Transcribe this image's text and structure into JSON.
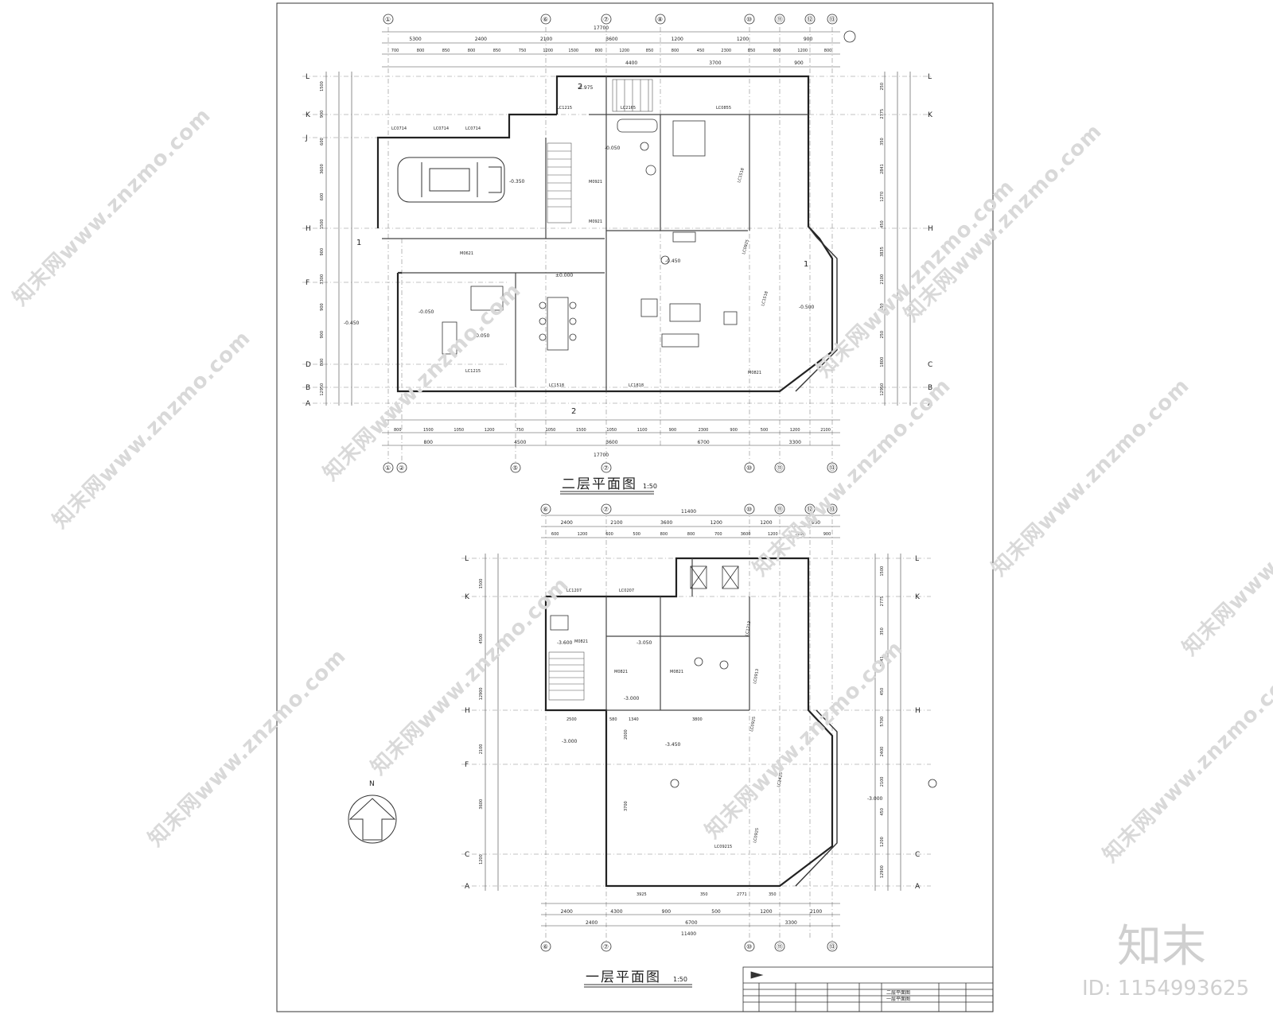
{
  "floor2": {
    "title": "二层平面图",
    "scale": "1:50",
    "grid_top": [
      "①",
      "⑥",
      "⑦",
      "⑧",
      "⑩",
      "⑪",
      "⑫",
      "⑬"
    ],
    "grid_bottom": [
      "①",
      "②",
      "⑤",
      "⑦",
      "⑩",
      "⑪",
      "⑬"
    ],
    "grid_left": [
      "L",
      "K",
      "J",
      "H",
      "F",
      "D",
      "B",
      "A"
    ],
    "grid_right": [
      "L",
      "K",
      "H",
      "C",
      "B",
      "A"
    ],
    "dims_top_total": "17700",
    "dims_top_row1": [
      "5300",
      "2400",
      "2100",
      "3600",
      "1200",
      "1200",
      "900"
    ],
    "dims_top_row2": [
      "700",
      "800",
      "850",
      "800",
      "850",
      "750",
      "1200",
      "1500",
      "800",
      "1200",
      "850",
      "800",
      "450",
      "2300",
      "850",
      "800",
      "1200",
      "800"
    ],
    "dims_top_row3": [
      "4400",
      "3700",
      "900"
    ],
    "dims_bottom_row1": [
      "800",
      "1500",
      "1050",
      "1200",
      "750",
      "1050",
      "1500",
      "1050",
      "1100",
      "900",
      "2300",
      "900",
      "500",
      "1200",
      "2100"
    ],
    "dims_bottom_row2": [
      "800",
      "4500",
      "3600",
      "6700",
      "3300"
    ],
    "dims_bottom_total": "17700",
    "dims_left": [
      "1500",
      "900",
      "600",
      "3600",
      "600",
      "1500",
      "900",
      "3300",
      "900",
      "900",
      "800",
      "12950"
    ],
    "dims_right": [
      "250",
      "2775",
      "350",
      "2841",
      "1270",
      "450",
      "3835",
      "2100",
      "450",
      "250",
      "1800",
      "12950"
    ],
    "labels": [
      "LC0714",
      "LC0714",
      "LC0714",
      "LC1215",
      "LC2165",
      "LC0855",
      "LC1518",
      "LC0925",
      "LC1518",
      "LC1215",
      "LC1518",
      "LC1818",
      "M0821",
      "M0921",
      "M0921",
      "M0621"
    ],
    "levels": [
      "-2.975",
      "-0.050",
      "-0.450",
      "-0.350",
      "±0.000",
      "-0.050",
      "-0.050",
      "-0.500",
      "-0.450"
    ],
    "markers": [
      "1",
      "1",
      "2",
      "2"
    ]
  },
  "floor1": {
    "title": "一层平面图",
    "scale": "1:50",
    "grid_top": [
      "⑥",
      "⑦",
      "⑩",
      "⑪",
      "⑫",
      "⑬"
    ],
    "grid_bottom": [
      "⑥",
      "⑦",
      "⑩",
      "⑪",
      "⑬"
    ],
    "grid_left": [
      "L",
      "K",
      "H",
      "F",
      "C",
      "A"
    ],
    "grid_right": [
      "L",
      "K",
      "H",
      "C",
      "A"
    ],
    "dims_top_total": "11400",
    "dims_top_row1": [
      "2400",
      "2100",
      "3600",
      "1200",
      "1200",
      "900"
    ],
    "dims_top_row2": [
      "600",
      "1200",
      "600",
      "500",
      "800",
      "800",
      "700",
      "3600",
      "1200",
      "1200",
      "900"
    ],
    "dims_bottom_row1": [
      "2400",
      "4300",
      "900",
      "500",
      "1200",
      "2100"
    ],
    "dims_bottom_row2": [
      "2400",
      "6700",
      "3300"
    ],
    "dims_bottom_total": "11400",
    "dims_left": [
      "1500",
      "4500",
      "12900",
      "2100",
      "3600",
      "1200"
    ],
    "dims_right": [
      "1500",
      "2775",
      "350",
      "2841",
      "450",
      "5700",
      "2400",
      "2100",
      "450",
      "1200",
      "12900"
    ],
    "labels": [
      "LC1207",
      "LC0207",
      "M0821",
      "M0821",
      "M0821",
      "LC1213",
      "LC0913",
      "LC0925",
      "LC2425",
      "LC0925",
      "LC09215"
    ],
    "levels": [
      "-3.000",
      "-3.450",
      "-3.600",
      "-3.000",
      "-3.000",
      "-3.050"
    ],
    "misc": [
      "3925",
      "350",
      "2771",
      "350",
      "2500",
      "580",
      "1340",
      "3800",
      "2000",
      "3700"
    ]
  },
  "north_label": "N",
  "title_block": {
    "row1": "二层平面图",
    "row2": "一层平面图"
  },
  "watermark": "知末网www.znzmo.com",
  "brand": "知末",
  "brand_id": "ID: 1154993625"
}
